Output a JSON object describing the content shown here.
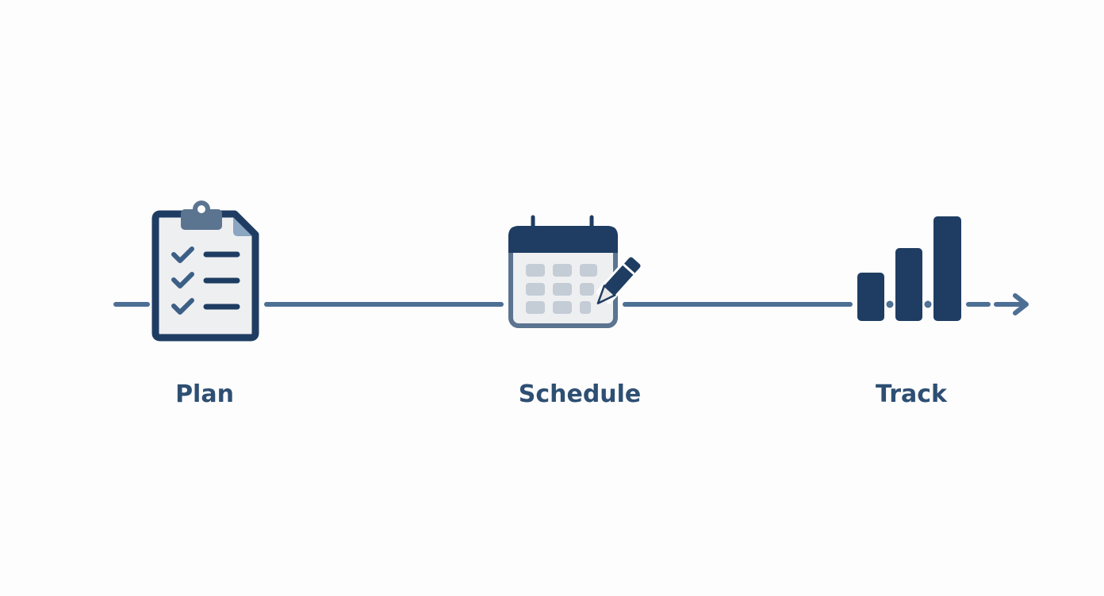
{
  "diagram": {
    "type": "process-timeline",
    "colors": {
      "dark_navy": "#1f3d62",
      "line_blue": "#4d6f94",
      "paper_gray": "#eeeff1",
      "clip_gray": "#5b7490",
      "cell_gray": "#c4ccd6",
      "label": "#2e4f73",
      "background": "#fdfdfd"
    },
    "steps": [
      {
        "id": "plan",
        "label": "Plan",
        "icon": "clipboard-checklist-icon"
      },
      {
        "id": "schedule",
        "label": "Schedule",
        "icon": "calendar-pencil-icon"
      },
      {
        "id": "track",
        "label": "Track",
        "icon": "bar-chart-icon"
      }
    ],
    "connector": {
      "ending": "arrow",
      "final_segment": "dashed"
    }
  }
}
